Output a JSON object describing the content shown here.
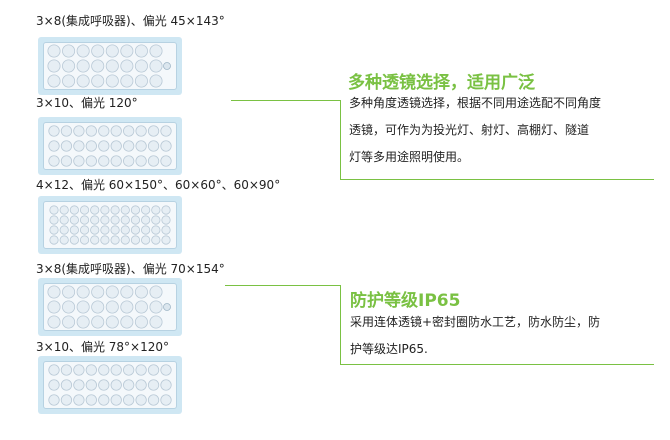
{
  "products": [
    {
      "label": "3×8(集成呼吸器)、偏光  45×143°",
      "rows": 3,
      "cols": 8,
      "breather": true
    },
    {
      "label": "3×10、偏光  120°",
      "rows": 3,
      "cols": 10,
      "breather": false
    },
    {
      "label": "4×12、偏光  60×150°、60×60°、60×90°",
      "rows": 4,
      "cols": 12,
      "breather": false
    },
    {
      "label": "3×8(集成呼吸器)、偏光  70×154°",
      "rows": 3,
      "cols": 8,
      "breather": true
    },
    {
      "label": "3×10、偏光  78°×120°",
      "rows": 3,
      "cols": 10,
      "breather": false
    }
  ],
  "features": [
    {
      "title": "多种透镜选择，适用广泛",
      "lines": [
        "多种角度透镜选择，根据不同用途选配不同角度",
        "透镜，可作为为投光灯、射灯、高棚灯、隧道",
        "灯等多用途照明使用。"
      ]
    },
    {
      "title": "防护等级IP65",
      "lines": [
        "采用连体透镜+密封圈防水工艺，防水防尘，防",
        "护等级达IP65."
      ]
    }
  ],
  "colors": {
    "accent": "#7ac143",
    "lens_frame": "#cfe7f3"
  }
}
